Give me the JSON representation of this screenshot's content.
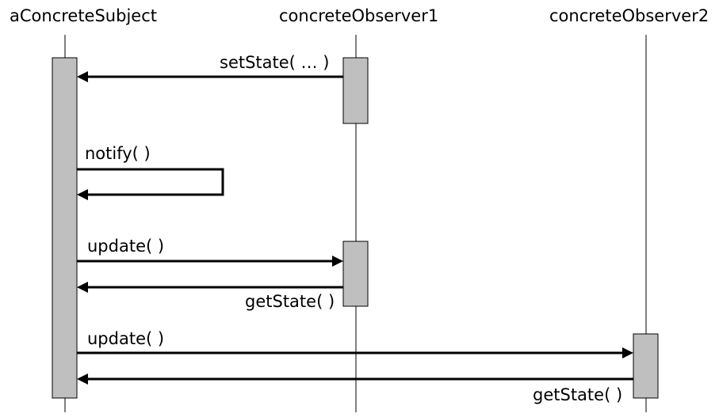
{
  "participants": {
    "subject": "aConcreteSubject",
    "observer1": "concreteObserver1",
    "observer2": "concreteObserver2"
  },
  "messages": {
    "set_state": "setState( … )",
    "notify": "notify( )",
    "update_1": "update( )",
    "get_state_1": "getState( )",
    "update_2": "update( )",
    "get_state_2": "getState( )"
  },
  "colors": {
    "activation_fill": "#bfbfbf",
    "line": "#000000"
  }
}
